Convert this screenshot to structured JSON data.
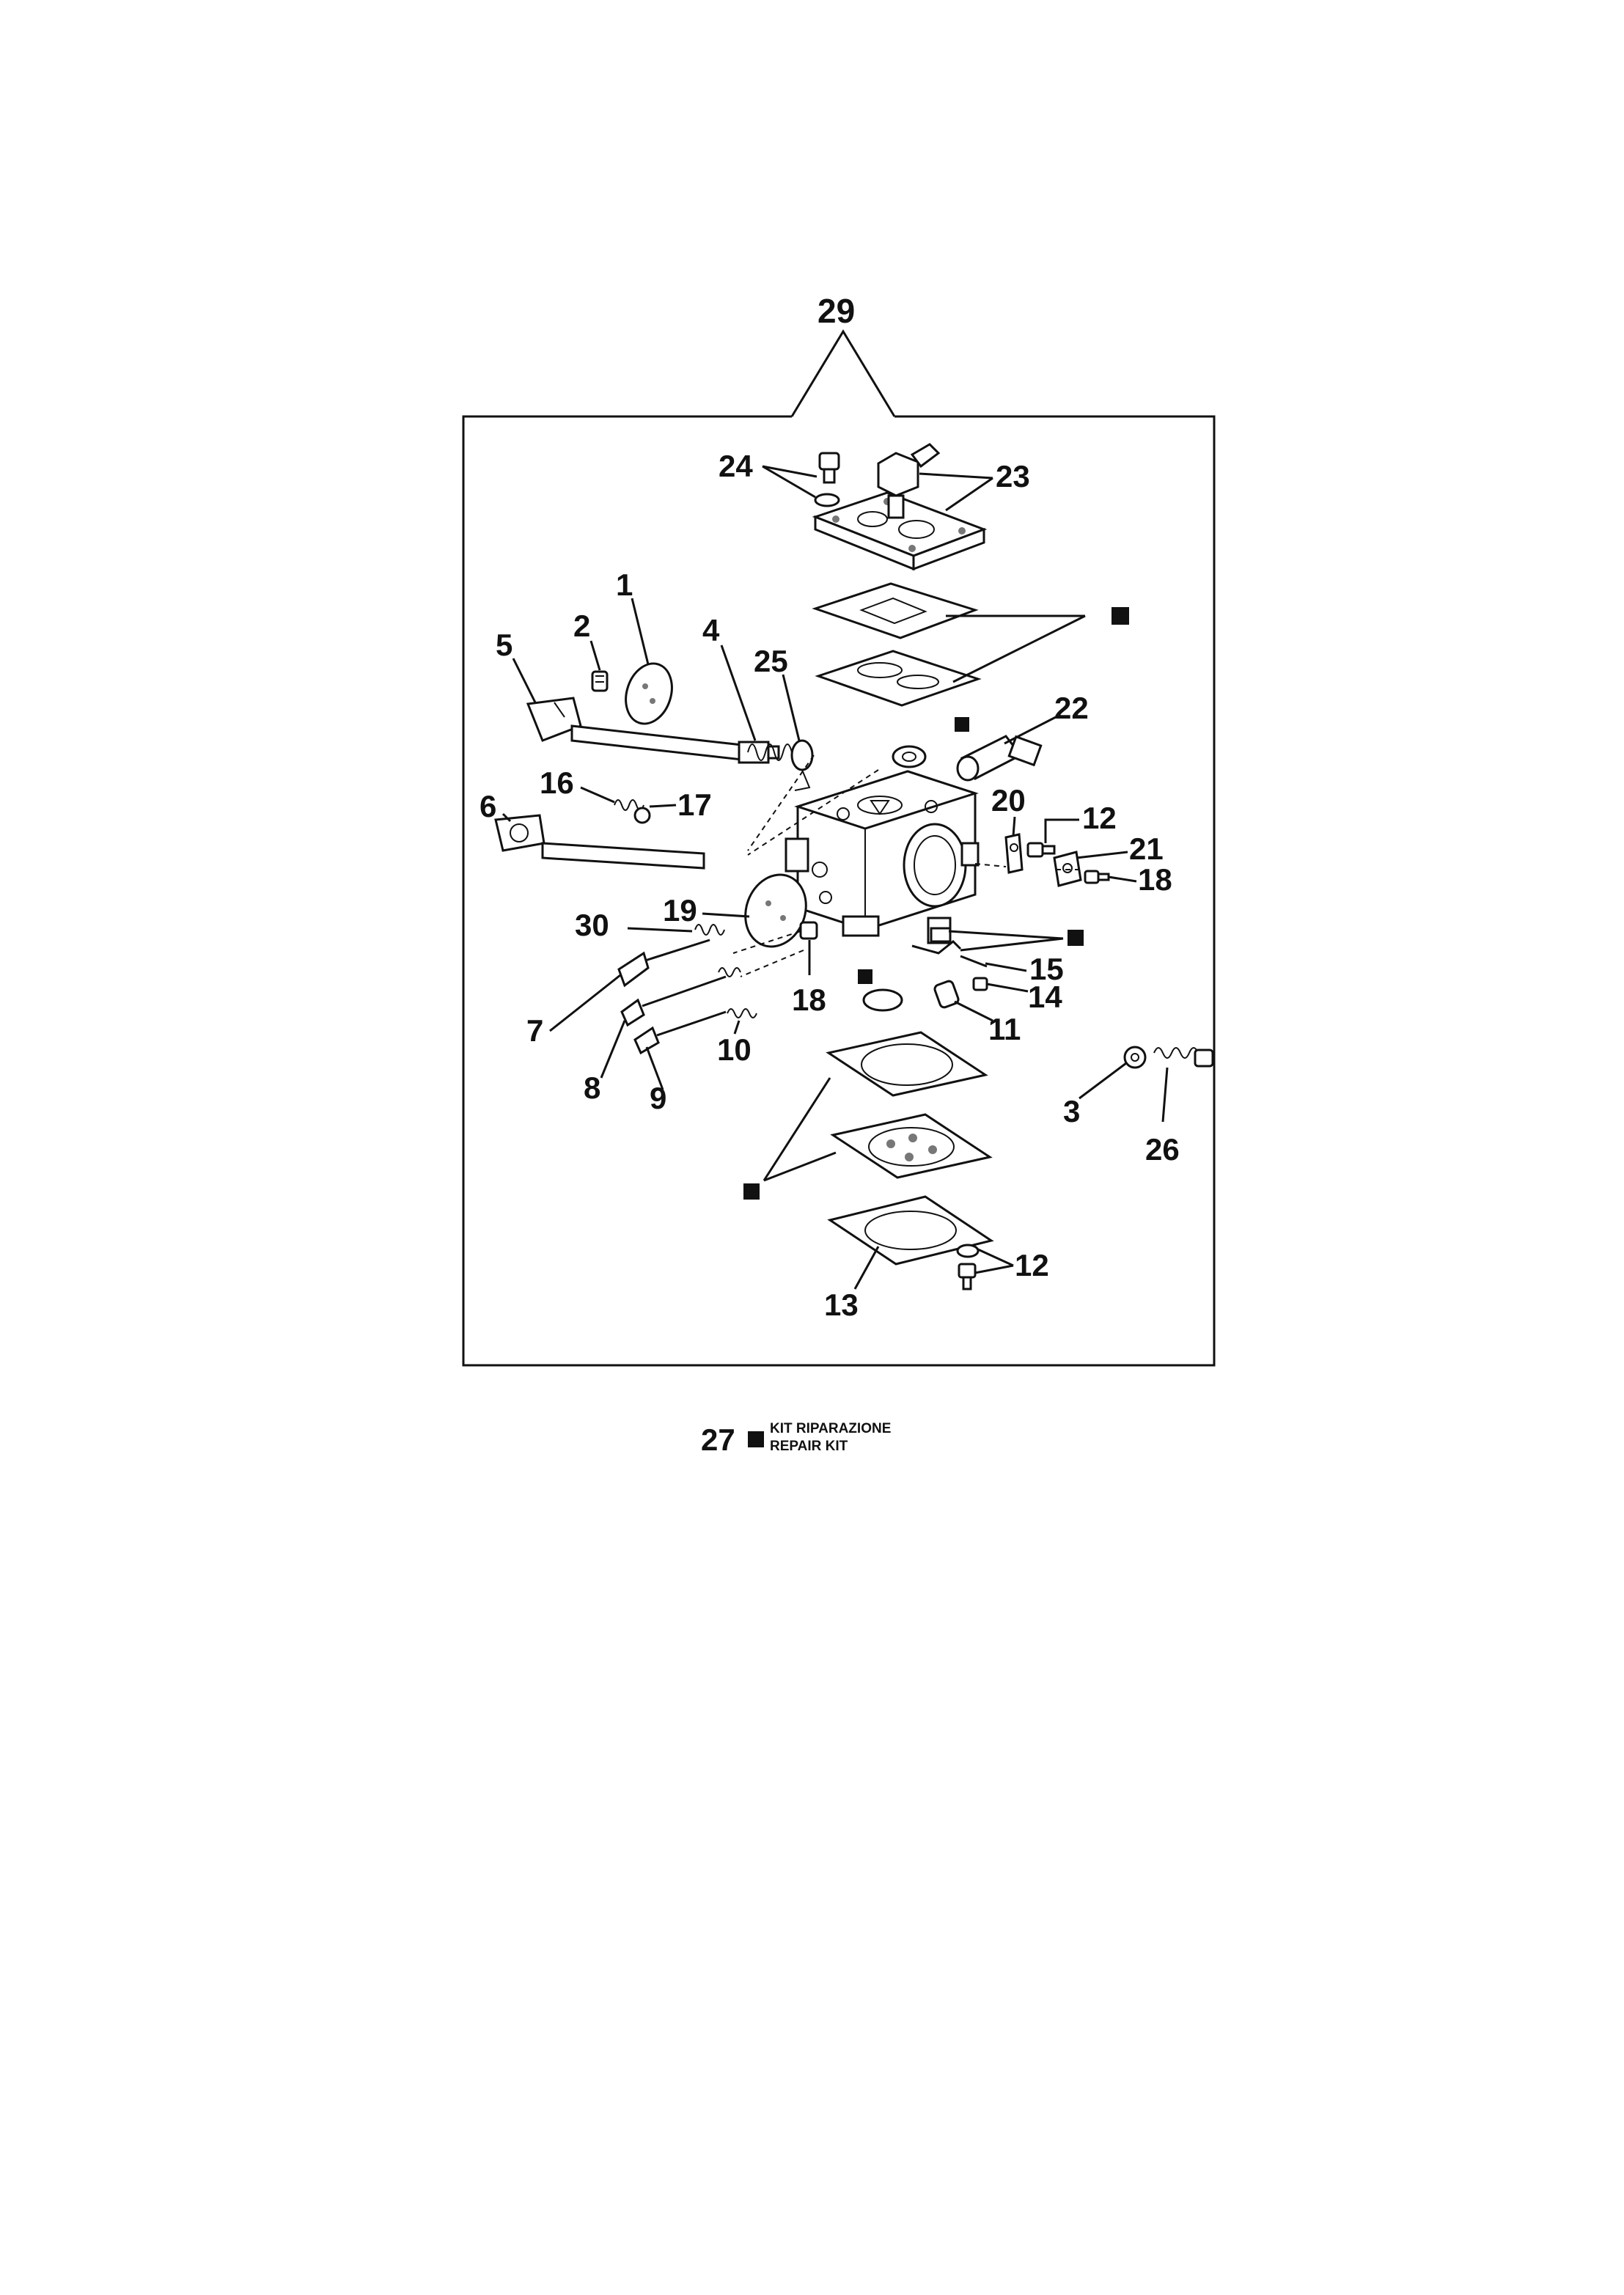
{
  "labels": {
    "assembly": "29",
    "p1": "1",
    "p2": "2",
    "p3": "3",
    "p4": "4",
    "p5": "5",
    "p6": "6",
    "p7": "7",
    "p8": "8",
    "p9": "9",
    "p10": "10",
    "p11": "11",
    "p12a": "12",
    "p12b": "12",
    "p13": "13",
    "p14": "14",
    "p15": "15",
    "p16": "16",
    "p17": "17",
    "p18a": "18",
    "p18b": "18",
    "p19": "19",
    "p20": "20",
    "p21": "21",
    "p22": "22",
    "p23": "23",
    "p24": "24",
    "p25": "25",
    "p26": "26",
    "p30": "30"
  },
  "legend": {
    "number": "27",
    "line1": "KIT RIPARAZIONE",
    "line2": "REPAIR KIT"
  },
  "colors": {
    "ink": "#111111",
    "paper": "#ffffff"
  }
}
